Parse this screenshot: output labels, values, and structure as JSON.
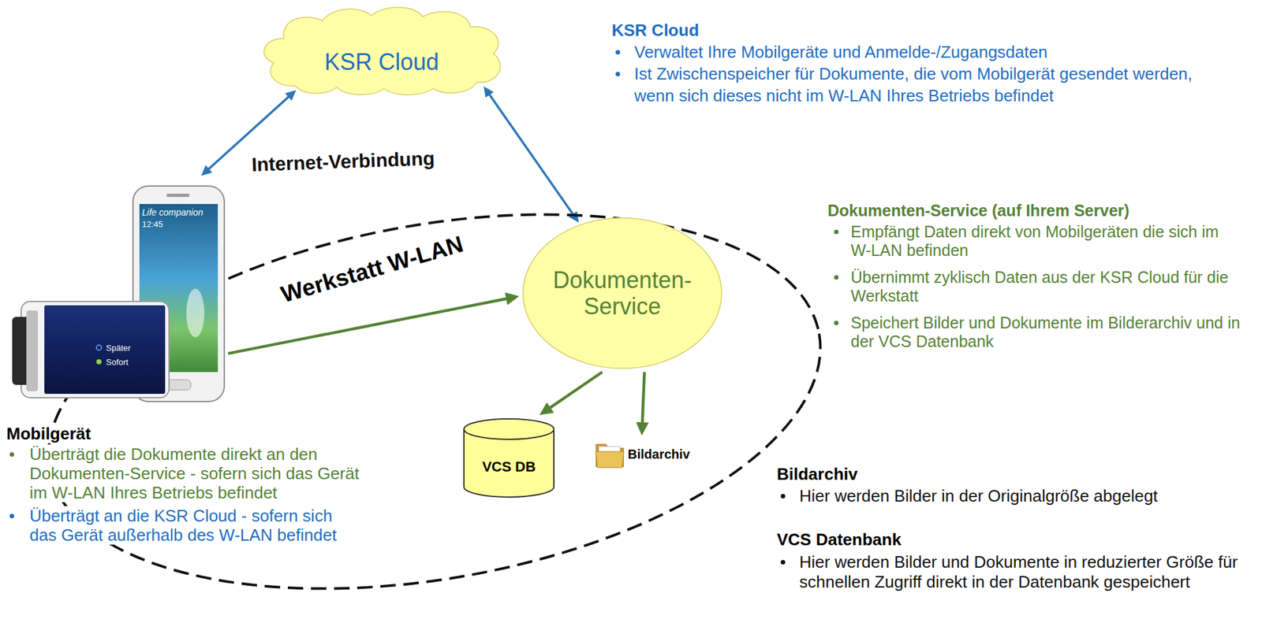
{
  "diagram": {
    "nodes": [
      {
        "text": [
          "KSR Cloud"
        ]
      },
      {
        "text": [
          "Werkstatt W-LAN"
        ]
      },
      {
        "text": [
          "Dokumenten-Service"
        ],
        "in": 1
      },
      {
        "text": [
          "VCS DB"
        ],
        "in": 1
      },
      {
        "text": [
          "Bildarchiv"
        ],
        "in": 1
      },
      {
        "text": [
          "Mobilgerät",
          "Überträgt die Dokumente direkt an den Dokumenten-Service - sofern sich das Gerät im W-LAN Ihres Betriebs befindet",
          "Überträgt an die KSR Cloud - sofern sich das Gerät außerhalb des W-LAN befindet"
        ]
      }
    ],
    "edges": [
      {
        "from": 5,
        "to": 0,
        "arrow": "both"
      },
      {
        "from": 2,
        "to": 0,
        "arrow": "both"
      },
      {
        "from": 5,
        "to": 2,
        "arrow": "to"
      },
      {
        "from": 2,
        "to": 3,
        "arrow": "to"
      },
      {
        "from": 2,
        "to": 4,
        "arrow": "to"
      }
    ],
    "labels": [
      "KSR Cloud",
      "Verwaltet Ihre Mobilgeräte und Anmelde-/Zugangsdaten",
      "Ist Zwischenspeicher für Dokumente, die vom Mobilgerät gesendet werden, wenn sich dieses nicht im W-LAN Ihres Betriebs befindet",
      "Internet-Verbindung",
      "Life companion",
      "12:45",
      "Dokumenten-Service (auf Ihrem Server)",
      "Empfängt Daten direkt von Mobilgeräten die sich im W-LAN befinden",
      "Übernimmt zyklisch Daten aus der KSR Cloud für die Werkstatt",
      "Speichert Bilder und Dokumente im Bilderarchiv und in der VCS Datenbank",
      "Später",
      "Sofort",
      "Bildarchiv",
      "Hier werden Bilder in der Originalgröße abgelegt",
      "VCS Datenbank",
      "Hier werden Bilder und Dokumente in reduzierter Größe für schnellen Zugriff direkt in der Datenbank gespeichert"
    ]
  }
}
